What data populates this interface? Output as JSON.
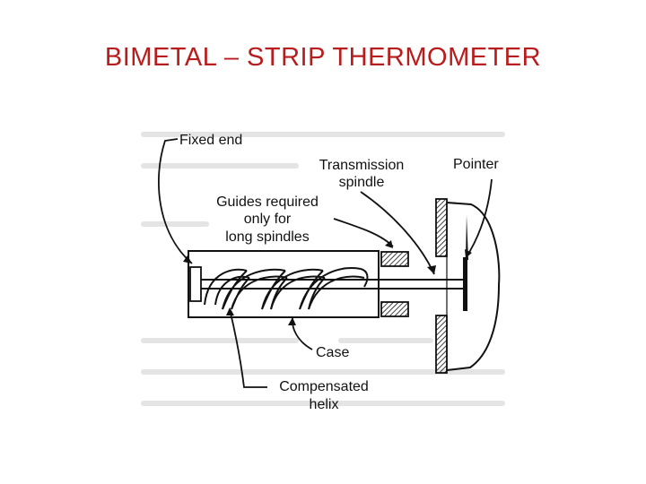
{
  "slide": {
    "title": "BIMETAL – STRIP THERMOMETER"
  },
  "diagram": {
    "labels": {
      "fixed_end": "Fixed end",
      "transmission_spindle": [
        "Transmission",
        "spindle"
      ],
      "pointer": "Pointer",
      "guides": [
        "Guides required",
        "only for",
        "long spindles"
      ],
      "case": "Case",
      "compensated_helix": [
        "Compensated",
        "helix"
      ]
    },
    "colors": {
      "title": "#b81c1c",
      "ink": "#111111"
    }
  }
}
